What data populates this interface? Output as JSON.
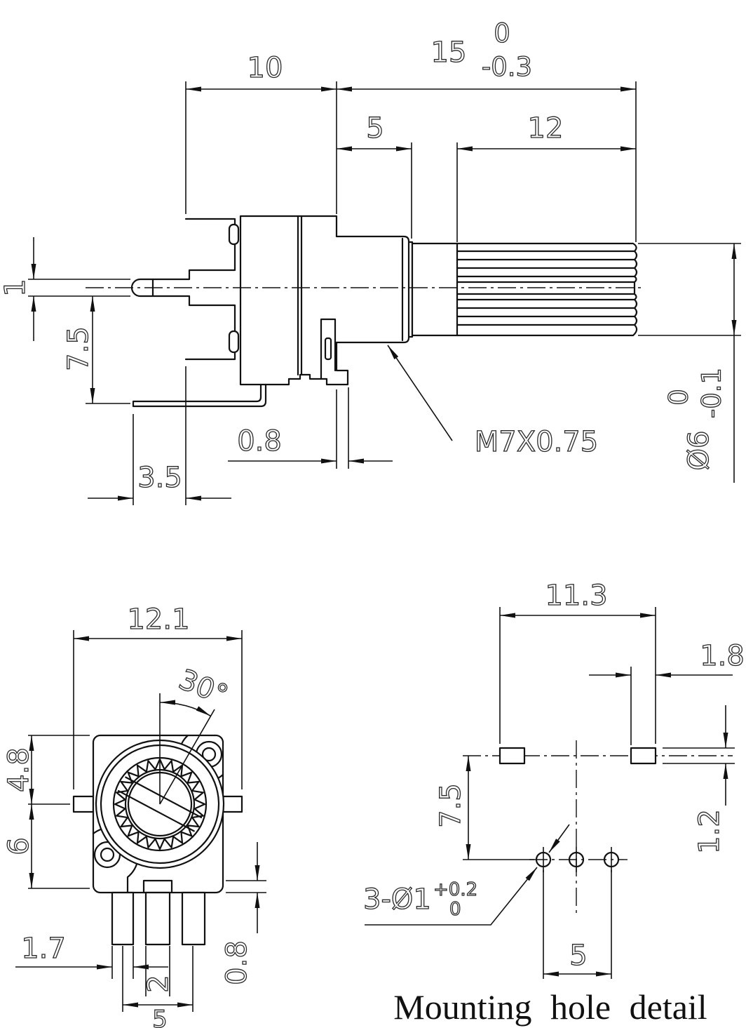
{
  "colors": {
    "linework": "#111111",
    "background": "#ffffff"
  },
  "side_view": {
    "dim_body_depth": "10",
    "dim_shaft_length": "15",
    "dim_shaft_length_tol_upper": "0",
    "dim_shaft_length_tol_lower": "-0.3",
    "dim_thread_length": "5",
    "dim_knurl_length": "12",
    "dim_pin_thickness": "1",
    "dim_pin_offset": "7.5",
    "dim_bracket": "0.8",
    "dim_pin_spacing": "3.5",
    "thread_callout": "M7X0.75",
    "shaft_diameter": "Ø6",
    "shaft_diameter_tol_upper": "0",
    "shaft_diameter_tol_lower": "-0.1"
  },
  "front_view": {
    "dim_width": "12.1",
    "dim_angle": "30°",
    "dim_upper_height": "4.8",
    "dim_lower_height": "6",
    "dim_pin_width": "1.7",
    "dim_pin_thickness": "0.8",
    "dim_center_pin_width": "2",
    "dim_pin_pitch": "5"
  },
  "mounting_detail": {
    "title": "Mounting hole detail",
    "dim_tab_spacing": "11.3",
    "dim_tab_width": "1.8",
    "dim_tab_height": "1.2",
    "dim_row_offset": "7.5",
    "dim_hole_pitch": "5",
    "hole_callout": "3-Ø1",
    "hole_tol_upper": "+0.2",
    "hole_tol_lower": "0"
  }
}
